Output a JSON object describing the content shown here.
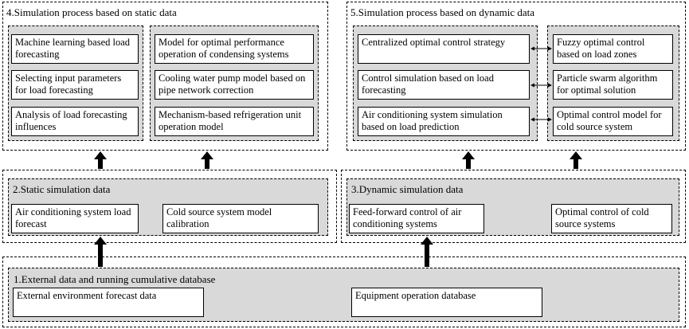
{
  "panel4": {
    "title": "4.Simulation process based on static data",
    "left": [
      "Machine learning based load forecasting",
      "Selecting input parameters for load forecasting",
      "Analysis of load forecasting influences"
    ],
    "right": [
      "Model for optimal performance operation of condensing systems",
      "Cooling water pump model based on pipe network correction",
      "Mechanism-based refrigeration unit operation model"
    ]
  },
  "panel5": {
    "title": "5.Simulation process based on dynamic data",
    "left": [
      "Centralized optimal control strategy",
      "Control simulation based on load forecasting",
      "Air conditioning system simulation based on load prediction"
    ],
    "right": [
      "Fuzzy optimal control based on load zones",
      "Particle swarm algorithm for optimal solution",
      "Optimal control model for cold source system"
    ]
  },
  "panel2": {
    "title": "2.Static simulation data",
    "items": [
      "Air conditioning system load forecast",
      "Cold source system model calibration"
    ]
  },
  "panel3": {
    "title": "3.Dynamic simulation data",
    "items": [
      "Feed-forward control of air conditioning systems",
      "Optimal control of cold source systems"
    ]
  },
  "panel1": {
    "title": "1.External data and running cumulative database",
    "items": [
      "External environment forecast data",
      "Equipment operation database"
    ]
  }
}
